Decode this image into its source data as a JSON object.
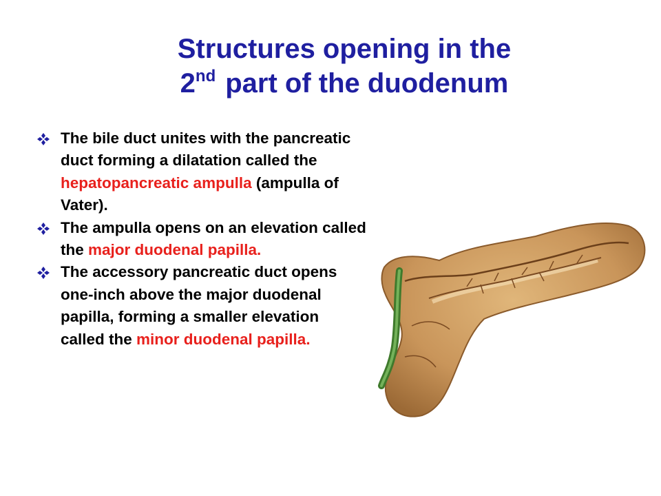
{
  "title": {
    "line1": "Structures opening in the",
    "ordinal_number": "2",
    "ordinal_suffix": "nd",
    "line2_rest": "part of the duodenum"
  },
  "bullets": [
    {
      "text1": "The bile duct unites with the pancreatic duct forming a dilatation called the ",
      "highlight": "hepatopancreatic ampulla",
      "text2": " (ampulla of Vater)."
    },
    {
      "text1": "The ampulla opens on an elevation called the ",
      "highlight": "major duodenal papilla.",
      "text2": ""
    },
    {
      "text1": "The accessory pancreatic duct opens one-inch above the major duodenal papilla, forming a smaller elevation called the ",
      "highlight": "minor duodenal papilla.",
      "text2": ""
    }
  ],
  "colors": {
    "title": "#1f1fa0",
    "body_text": "#000000",
    "highlight": "#e8201c",
    "bullet_mark": "#1f1fa0"
  },
  "icons": {
    "bullet": "four-diamond-bullet-icon"
  }
}
